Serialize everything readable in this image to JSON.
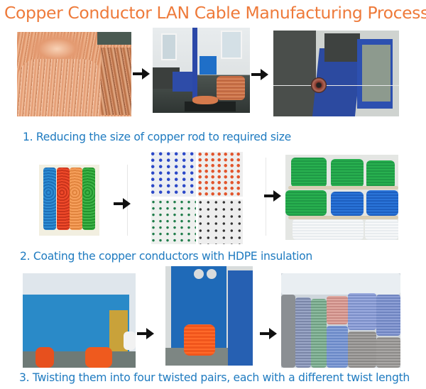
{
  "title": "Copper Conductor LAN Cable Manufacturing Process",
  "colors": {
    "title": "#ee7a3a",
    "caption": "#1f7bc0",
    "arrow": "#111111"
  },
  "steps": [
    {
      "caption": "1. Reducing the size of copper rod to required size",
      "images": [
        {
          "subject": "bare copper wire coils"
        },
        {
          "subject": "copper rod drawing machine with coil"
        },
        {
          "subject": "wire drawing machine close-up"
        }
      ]
    },
    {
      "caption": "2. Coating the copper conductors with HDPE insulation",
      "images": [
        {
          "subject": "colored HDPE pellets (blue, red, orange, green)"
        },
        {
          "subject": "HDPE granules mixed with colorants (blue, red, green, black)"
        },
        {
          "subject": "spools of insulated conductors (green, blue, white)"
        }
      ]
    },
    {
      "caption": "3. Twisting them into four twisted pairs, each with a different twist length",
      "images": [
        {
          "subject": "pair twisting machine with orange reels"
        },
        {
          "subject": "twisting machine with orange reel"
        },
        {
          "subject": "spools of twisted pairs in warehouse"
        }
      ]
    }
  ],
  "arrow_icon": "right-arrow-icon"
}
